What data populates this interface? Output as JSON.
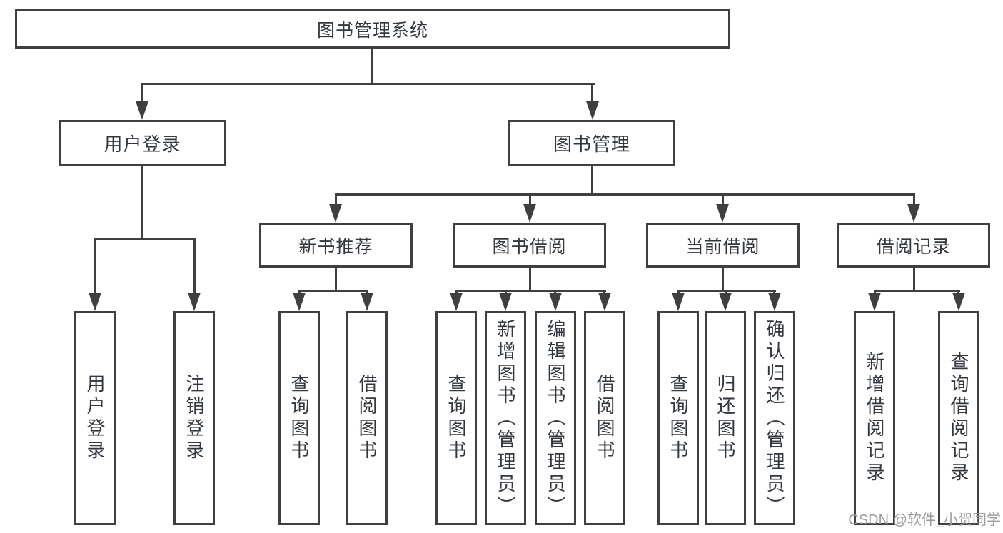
{
  "diagram": {
    "root": {
      "label": "图书管理系统"
    },
    "branches": [
      {
        "label": "用户登录",
        "children": [
          {
            "label": "用户登录"
          },
          {
            "label": "注销登录"
          }
        ]
      },
      {
        "label": "图书管理",
        "children": [
          {
            "label": "新书推荐",
            "children": [
              {
                "label": "查询图书"
              },
              {
                "label": "借阅图书"
              }
            ]
          },
          {
            "label": "图书借阅",
            "children": [
              {
                "label": "查询图书"
              },
              {
                "label": "新增图书（管理员）"
              },
              {
                "label": "编辑图书（管理员）"
              },
              {
                "label": "借阅图书"
              }
            ]
          },
          {
            "label": "当前借阅",
            "children": [
              {
                "label": "查询图书"
              },
              {
                "label": "归还图书"
              },
              {
                "label": "确认归还（管理员）"
              }
            ]
          },
          {
            "label": "借阅记录",
            "children": [
              {
                "label": "新增借阅记录"
              },
              {
                "label": "查询借阅记录"
              }
            ]
          }
        ]
      }
    ]
  },
  "watermark": {
    "text": "CSDN @软件_小贺同学"
  },
  "colors": {
    "line": "#3f3f3f",
    "text": "#33383e",
    "watermark": "#9b9b9b",
    "background": "#ffffff"
  }
}
